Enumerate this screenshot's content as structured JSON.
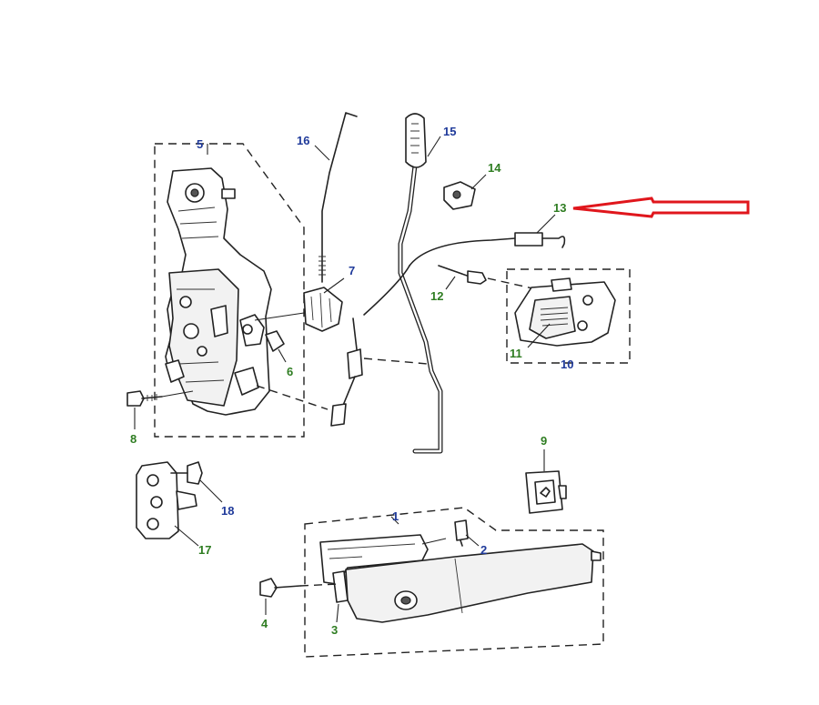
{
  "colors": {
    "blue": "#1f3a9a",
    "green": "#2f7d22",
    "arrow": "#e0161c"
  },
  "callouts": {
    "c1": "1",
    "c2": "2",
    "c3": "3",
    "c4": "4",
    "c5": "5",
    "c6": "6",
    "c7": "7",
    "c8": "8",
    "c9": "9",
    "c10": "10",
    "c11": "11",
    "c12": "12",
    "c13": "13",
    "c14": "14",
    "c15": "15",
    "c16": "16",
    "c17": "17",
    "c18": "18"
  },
  "highlight": {
    "target_callout": "13",
    "icon": "red-outline-arrow-icon"
  }
}
